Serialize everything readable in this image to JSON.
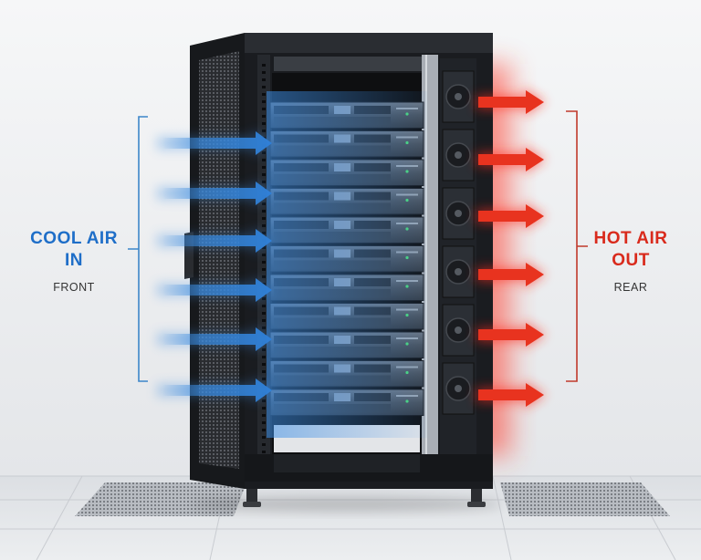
{
  "left": {
    "title_line1": "COOL AIR",
    "title_line2": "IN",
    "side": "FRONT"
  },
  "right": {
    "title_line1": "HOT AIR",
    "title_line2": "OUT",
    "side": "REAR"
  },
  "colors": {
    "cool": "#2f7fd6",
    "cool_text": "#1e6ec8",
    "hot": "#e8331f",
    "hot_text": "#d92a1c",
    "rack": "#15171a",
    "bracket_left": "#3d86c9",
    "bracket_right": "#c0392b"
  },
  "rack": {
    "server_count": 11,
    "fan_count": 6
  },
  "airflow": {
    "intake_arrows": 6,
    "exhaust_arrows": 6
  }
}
